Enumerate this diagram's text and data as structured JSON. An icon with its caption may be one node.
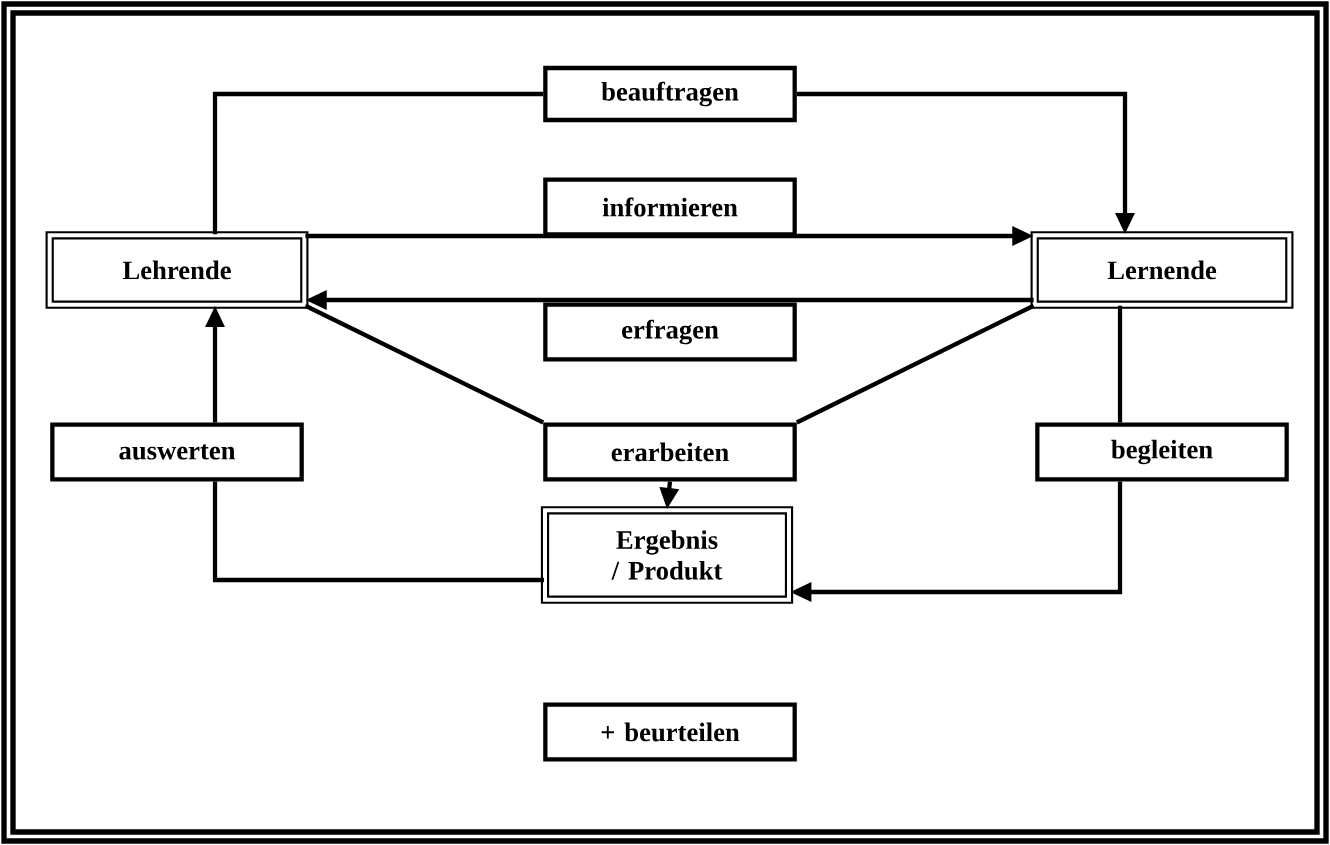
{
  "diagram": {
    "nodes": [
      {
        "text": [
          "beauftragen"
        ]
      },
      {
        "text": [
          "informieren"
        ]
      },
      {
        "text": [
          "Lehrende"
        ]
      },
      {
        "text": [
          "Lernende"
        ]
      },
      {
        "text": [
          "erfragen"
        ]
      },
      {
        "text": [
          "auswerten"
        ]
      },
      {
        "text": [
          "erarbeiten"
        ]
      },
      {
        "text": [
          "begleiten"
        ]
      },
      {
        "text": [
          "Ergebnis / Produkt"
        ]
      },
      {
        "text": [
          "+ beurteilen"
        ]
      }
    ],
    "edges": [
      {
        "from": 2,
        "to": 0,
        "arrow": "none"
      },
      {
        "from": 0,
        "to": 3,
        "arrow": "to"
      },
      {
        "from": 2,
        "to": 3,
        "arrow": "to"
      },
      {
        "from": 3,
        "to": 2,
        "arrow": "to"
      },
      {
        "from": 2,
        "to": 6,
        "arrow": "none"
      },
      {
        "from": 3,
        "to": 6,
        "arrow": "none"
      },
      {
        "from": 6,
        "to": 8,
        "arrow": "to"
      },
      {
        "from": 8,
        "to": 5,
        "arrow": "none"
      },
      {
        "from": 5,
        "to": 2,
        "arrow": "to"
      },
      {
        "from": 3,
        "to": 7,
        "arrow": "none"
      },
      {
        "from": 7,
        "to": 8,
        "arrow": "to"
      }
    ]
  }
}
